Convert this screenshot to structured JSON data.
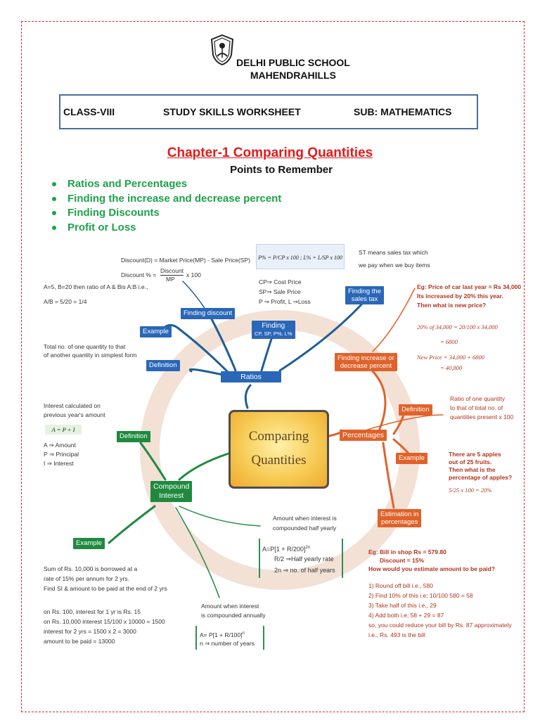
{
  "header": {
    "school_line1": "DELHI PUBLIC SCHOOL",
    "school_line2": "MAHENDRAHILLS",
    "class": "CLASS-VIII",
    "title": "STUDY SKILLS WORKSHEET",
    "subject": "SUB: MATHEMATICS"
  },
  "chapter": "Chapter-1 Comparing Quantities",
  "points_heading": "Points to Remember",
  "points": [
    "Ratios and Percentages",
    "Finding the increase and decrease percent",
    "Finding Discounts",
    "Profit or Loss"
  ],
  "map": {
    "center_line1": "Comparing",
    "center_line2": "Quantities",
    "ratios": {
      "label": "Ratios",
      "finding_discount": "Finding discount",
      "discount_formula1": "Discount(D) = Market Price(MP) - Sale Price(SP)",
      "discount_formula2": "Discount % =",
      "discount_num": "Discount",
      "discount_den": "MP",
      "discount_mult": "x 100",
      "example": "Example",
      "example_text1": "A=5, B=20 then ratio of A & Bis A:B i.e.,",
      "example_text2": "A/B = 5/20 = 1/4",
      "definition": "Definition",
      "definition_text1": "Total no. of one  quantity to that",
      "definition_text2": "of another quantity in simplest form",
      "finding_cp_line1": "Finding",
      "finding_cp_line2": "CP, SP, P%, L%",
      "pl_formula": "P% = P/CP x 100 ;  L% = L/SP x 100",
      "cp": "CP⇒  Cost Price",
      "sp": "SP⇒  Sale Price",
      "pl": "P ⇒  Profit, L  ⇒Loss",
      "sales_tax_line1": "Finding the",
      "sales_tax_line2": "sales tax",
      "st_text1": "ST means sales tax which",
      "st_text2": "we pay when we buy items"
    },
    "percentages": {
      "label": "Percentages",
      "finding_inc_line1": "Finding increase or",
      "finding_inc_line2": "decrease percent",
      "eg1": "Eg: Price of car last year = Rs 34,000",
      "eg2": "Its increased by 20% this year.",
      "eg3": "Then what is new price?",
      "calc1": "20% of 34,000 = 20/100 x 34,000",
      "calc2": "= 6800",
      "calc3": "New Price = 34,000 + 6800",
      "calc4": "= 40,800",
      "definition": "Definition",
      "def1": "Ratio of one quantity",
      "def2": "to that of total no. of",
      "def3": "quantities present x 100",
      "example": "Example",
      "ex1": "There are 5 apples",
      "ex2": "out of 25 fruits.",
      "ex3": "Then what is the",
      "ex4": "percentage of apples?",
      "ex5": "5/25 x 100 = 20%",
      "estimation_line1": "Estimation in",
      "estimation_line2": "percentages",
      "est1": "Eg: Bill in shop Rs = 579.80",
      "est2": "Discount        = 15%",
      "est3": "How would you estimate amount to be paid?",
      "step1": "1) Round off bill i.e., 580",
      "step2": "2) Find 10% of this i.e; 10/100   580 = 58",
      "step3": "3) Take half of this i.e., 29",
      "step4": "4) Add both i.e; 58 + 29 = 87",
      "step5": "so, you could reduce your bill by Rs. 87 approximately",
      "step6": "i.e., Rs. 493 is the bill"
    },
    "compound": {
      "label_line1": "Compound",
      "label_line2": "Interest",
      "definition": "Definition",
      "def1": "Interest calculated on",
      "def2": "previous year's amount",
      "formula": "A = P + I",
      "a": "A ⇒ Amount",
      "p": "P ⇒ Principal",
      "i": "I ⇒ Interest",
      "example": "Example",
      "ex1": "Sum of Rs. 10,000 is borrowed at a",
      "ex2": "rate of 15% per annum for 2 yrs.",
      "ex3": "Find SI & amount to be paid at the end of 2 yrs",
      "ex4": "on Rs. 100, interest for 1 yr is Rs. 15",
      "ex5": "on Rs. 10,000 interest 15/100 x 10000 = 1500",
      "ex6": "interest for 2 yrs = 1500 x 2 = 3000",
      "ex7": "amount to be paid = 13000",
      "half1": "Amount when interest is",
      "half2": "compounded half yearly",
      "half_f1": "A=P[1 + R/200]",
      "half_f1_sup": "2n",
      "half_f2": "R/2  ⇒Half yearly rate",
      "half_f3": "2n ⇒ no. of half years",
      "ann1": "Amount when interest",
      "ann2": "is compounded annually",
      "ann_f1": "A= P[1 + R/100]",
      "ann_f1_sup": "n",
      "ann_f2": "n ⇒ number of years"
    }
  },
  "colors": {
    "border": "#e0262a",
    "chapter": "#e31b1b",
    "bullets": "#1ea24a",
    "blue": "#2a67b8",
    "orange": "#e0622a",
    "green": "#1f8a3e"
  }
}
